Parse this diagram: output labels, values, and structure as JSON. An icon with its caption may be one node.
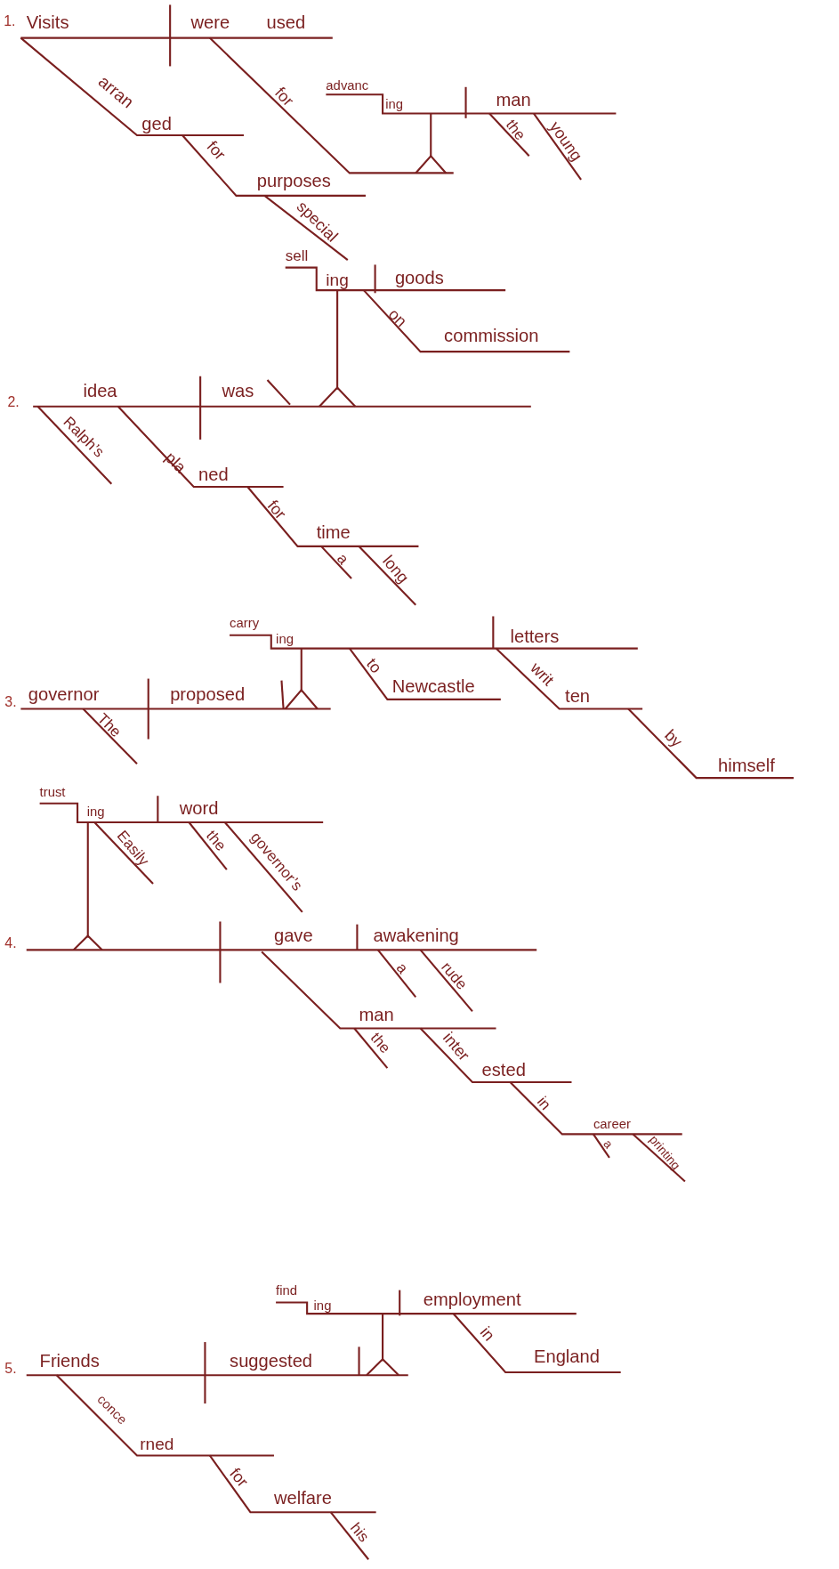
{
  "diagram": {
    "labels": [
      "1.",
      "Visits",
      "were",
      "used",
      "arran",
      "ged",
      "for",
      "purposes",
      "special",
      "for",
      "advanc",
      "ing",
      "man",
      "the",
      "young",
      "2.",
      "sell",
      "ing",
      "goods",
      "on",
      "commission",
      "idea",
      "was",
      "Ralph’s",
      "pla",
      "ned",
      "for",
      "time",
      "a",
      "long",
      "carry",
      "ing",
      "letters",
      "to",
      "Newcastle",
      "writ",
      "ten",
      "by",
      "himself",
      "3.",
      "governor",
      "proposed",
      "The",
      "trust",
      "ing",
      "word",
      "Easily",
      "the",
      "governor’s",
      "4.",
      "gave",
      "awakening",
      "a",
      "rude",
      "man",
      "the",
      "inter",
      "ested",
      "in",
      "career",
      "a",
      "printing",
      "find",
      "ing",
      "employment",
      "in",
      "England",
      "5.",
      "Friends",
      "suggested",
      "conce",
      "rned",
      "for",
      "welfare",
      "his"
    ]
  }
}
